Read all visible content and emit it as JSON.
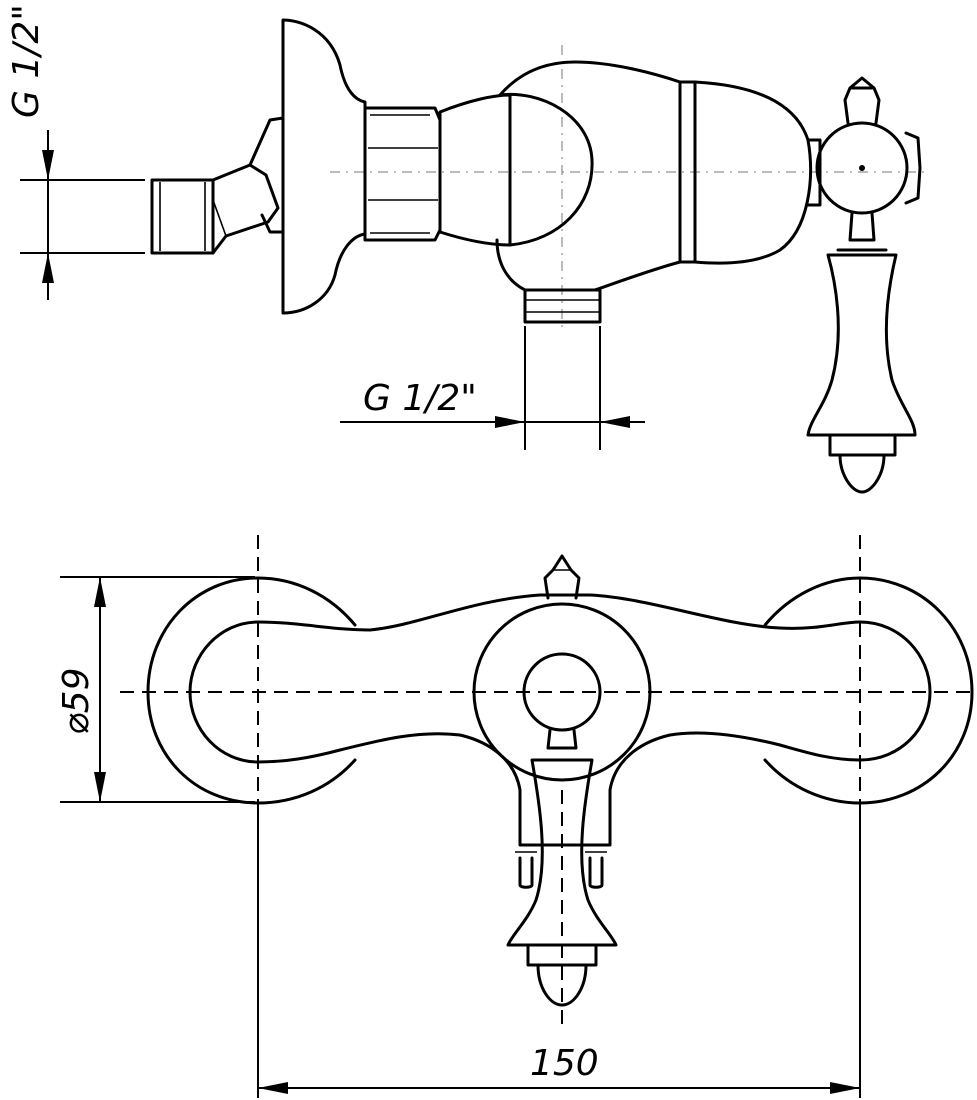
{
  "dimensions": {
    "side_view_thread": "G 1/2\"",
    "outlet_thread": "G 1/2\"",
    "flange_diameter": "⌀59",
    "center_distance": "150"
  }
}
